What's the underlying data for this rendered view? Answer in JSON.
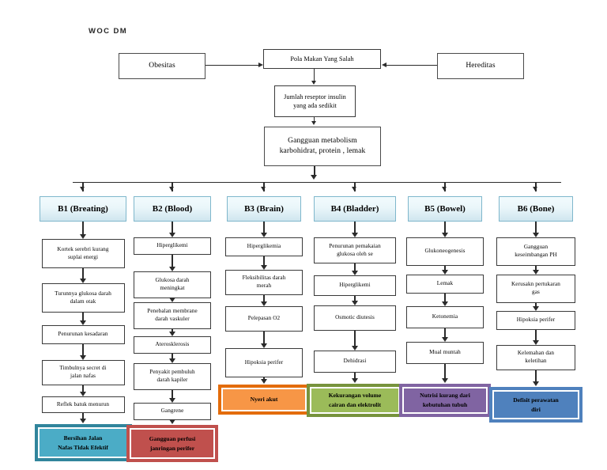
{
  "title": "WOC DM",
  "top": {
    "obesitas": "Obesitas",
    "hereditas": "Hereditas",
    "pola_makan": "Pola Makan Yang Salah",
    "reseptor_line1": "Jumlah reseptor insulin",
    "reseptor_line2": "yang  ada sedikit",
    "metabolism_line1": "Gangguan metabolism",
    "metabolism_line2": "karbohidrat, protein , lemak"
  },
  "columns": [
    {
      "header": "B1 (Breating)",
      "steps": [
        [
          "Kortek serebri kurang",
          "suplai energi"
        ],
        [
          "Turunnya glukosa darah",
          "dalam otak"
        ],
        [
          "Penurunan kesadaran"
        ],
        [
          "Timbulnya secret di",
          "jalan nafas"
        ],
        [
          "Reflek batuk menurun"
        ]
      ],
      "terminal": {
        "lines": [
          "Bersihan Jalan",
          "Nafas Tidak Efektif"
        ],
        "fill": "#4BACC6",
        "border": "#31859C"
      }
    },
    {
      "header": "B2 (Blood)",
      "steps": [
        [
          "Hiperglikemi"
        ],
        [
          "Glukosa darah",
          "meningkat"
        ],
        [
          "Penebalan membrane",
          "darah vaskuler"
        ],
        [
          "Aterosklerosis"
        ],
        [
          "Penyakit pembuluh",
          "darah kapiler"
        ],
        [
          "Gangrene"
        ]
      ],
      "terminal": {
        "lines": [
          "Gangguan perfusi",
          "janringan perifer"
        ],
        "fill": "#C0504D",
        "border": "#C0504D"
      }
    },
    {
      "header": "B3 (Brain)",
      "steps": [
        [
          "Hiperglikemia"
        ],
        [
          "Fleksibilitas darah",
          "merah"
        ],
        [
          "Pelepasan O2"
        ],
        [
          "Hipoksia perifer"
        ]
      ],
      "terminal": {
        "lines": [
          "Nyeri akut"
        ],
        "fill": "#F79646",
        "border": "#E36C0A"
      }
    },
    {
      "header": "B4 (Bladder)",
      "steps": [
        [
          "Penurunan pemakaian",
          "glukosa oleh se"
        ],
        [
          "Hiperglikemi"
        ],
        [
          "Osmotic diutesis"
        ],
        [
          "Dehidrasi"
        ]
      ],
      "terminal": {
        "lines": [
          "Kekurangan volume",
          "cairan dan elektrolit"
        ],
        "fill": "#9BBB59",
        "border": "#77933C"
      }
    },
    {
      "header": "B5 (Bowel)",
      "steps": [
        [
          "Glukoneogenesis"
        ],
        [
          "Lemak"
        ],
        [
          "Ketonemia"
        ],
        [
          "Mual muntah"
        ]
      ],
      "terminal": {
        "lines": [
          "Nutrisi kurang dari",
          "kebutuhan tubuh"
        ],
        "fill": "#8064A2",
        "border": "#8064A2"
      }
    },
    {
      "header": "B6 (Bone)",
      "steps": [
        [
          "Gangguan",
          "keseimbangan PH"
        ],
        [
          "Kerusakn pertukaran",
          "gas"
        ],
        [
          "Hipoksia perifer"
        ],
        [
          "Kelemahan dan",
          "keletihan"
        ]
      ],
      "terminal": {
        "lines": [
          "Defisit perawatan",
          "diri"
        ],
        "fill": "#4F81BD",
        "border": "#4F81BD"
      }
    }
  ]
}
